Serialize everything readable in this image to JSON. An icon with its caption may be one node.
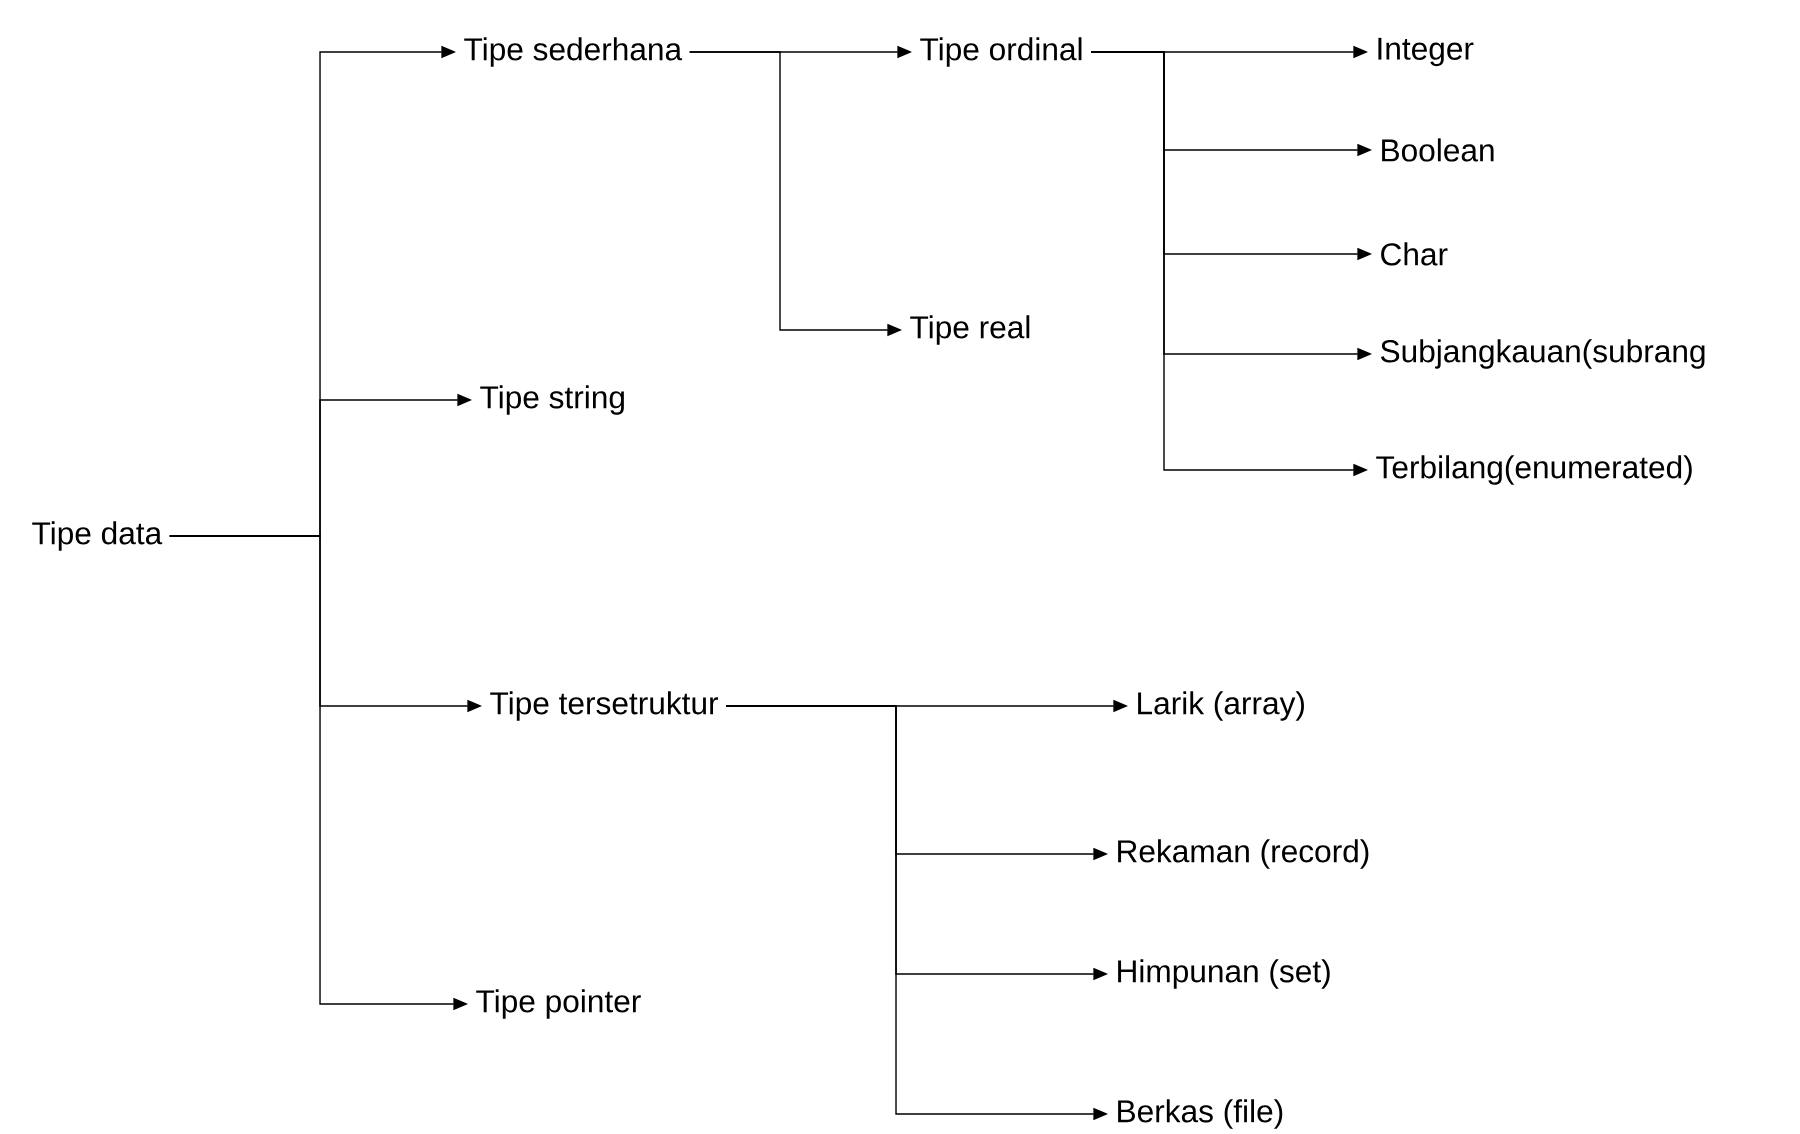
{
  "diagram": {
    "nodes": [
      {
        "text": [
          "Tipe data"
        ]
      },
      {
        "text": [
          "Tipe sederhana"
        ]
      },
      {
        "text": [
          "Tipe string"
        ]
      },
      {
        "text": [
          "Tipe tersetruktur"
        ]
      },
      {
        "text": [
          "Tipe pointer"
        ]
      },
      {
        "text": [
          "Tipe ordinal"
        ]
      },
      {
        "text": [
          "Tipe real"
        ]
      },
      {
        "text": [
          "Integer"
        ]
      },
      {
        "text": [
          "Boolean"
        ]
      },
      {
        "text": [
          "Char"
        ]
      },
      {
        "text": [
          "Subjangkauan(subrang"
        ]
      },
      {
        "text": [
          "Terbilang(enumerated)"
        ]
      },
      {
        "text": [
          "Larik (array)"
        ]
      },
      {
        "text": [
          "Rekaman (record)"
        ]
      },
      {
        "text": [
          "Himpunan (set)"
        ]
      },
      {
        "text": [
          "Berkas (file)"
        ]
      }
    ],
    "edges": [
      {
        "from": 0,
        "to": 1,
        "arrow": "to"
      },
      {
        "from": 0,
        "to": 2,
        "arrow": "to"
      },
      {
        "from": 0,
        "to": 3,
        "arrow": "to"
      },
      {
        "from": 0,
        "to": 4,
        "arrow": "to"
      },
      {
        "from": 1,
        "to": 5,
        "arrow": "to"
      },
      {
        "from": 1,
        "to": 6,
        "arrow": "to"
      },
      {
        "from": 5,
        "to": 7,
        "arrow": "to"
      },
      {
        "from": 5,
        "to": 8,
        "arrow": "to"
      },
      {
        "from": 5,
        "to": 9,
        "arrow": "to"
      },
      {
        "from": 5,
        "to": 10,
        "arrow": "to"
      },
      {
        "from": 5,
        "to": 11,
        "arrow": "to"
      },
      {
        "from": 3,
        "to": 12,
        "arrow": "to"
      },
      {
        "from": 3,
        "to": 13,
        "arrow": "to"
      },
      {
        "from": 3,
        "to": 14,
        "arrow": "to"
      },
      {
        "from": 3,
        "to": 15,
        "arrow": "to"
      }
    ]
  }
}
